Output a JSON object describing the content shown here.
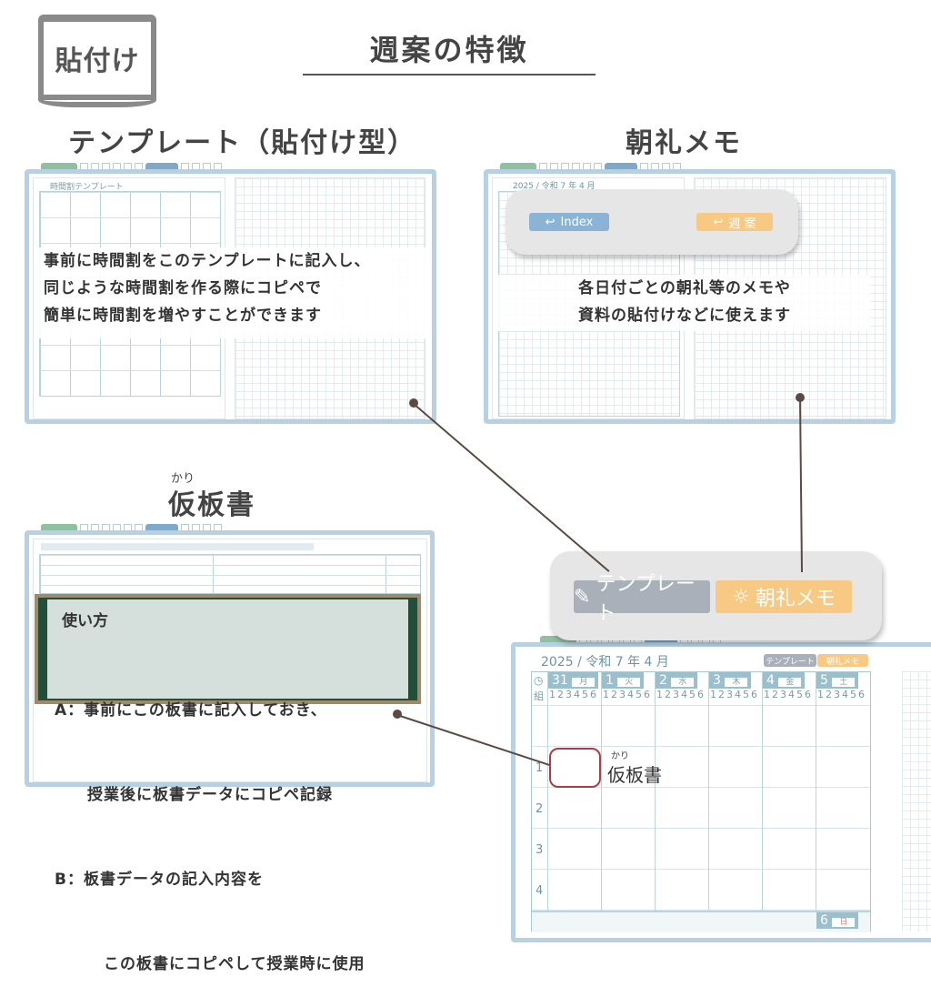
{
  "badge": "貼付け",
  "title": "週案の特徴",
  "sections": {
    "template": {
      "heading": "テンプレート（貼付け型）",
      "page_title": "時間割テンプレート",
      "description": [
        "事前に時間割をこのテンプレートに記入し、",
        "同じような時間割を作る際にコピペで",
        "簡単に時間割を増やすことができます"
      ]
    },
    "morning": {
      "heading": "朝礼メモ",
      "header_date": "2025 / 令和 7 年  4 月",
      "index_label": "Index",
      "shuuan_label": "週 案",
      "description": [
        "各日付ごとの朝礼等のメモや",
        "資料の貼付けなどに使えます"
      ]
    },
    "board": {
      "ruby": "かり",
      "heading": "仮板書",
      "howto_title": "使い方",
      "howto": [
        "A：事前にこの板書に記入しておき、",
        "　　授業後に板書データにコピペ記録",
        "B：板書データの記入内容を",
        "　　　この板書にコピペして授業時に使用"
      ]
    }
  },
  "callout": {
    "template_label": "テンプレート",
    "morning_label": "朝礼メモ"
  },
  "week": {
    "header_date": "2025 / 令和 7 年  4 月",
    "template_btn": "テンプレート",
    "morning_btn": "朝礼メモ",
    "kumi_label": "組",
    "periods": "123456",
    "days": [
      {
        "num": "31",
        "dow": "月"
      },
      {
        "num": "1",
        "dow": "火"
      },
      {
        "num": "2",
        "dow": "水"
      },
      {
        "num": "3",
        "dow": "木"
      },
      {
        "num": "4",
        "dow": "金"
      },
      {
        "num": "5",
        "dow": "土"
      }
    ],
    "sunday": {
      "num": "6",
      "dow": "日"
    },
    "rows": [
      "1",
      "2",
      "3",
      "4"
    ],
    "karibansho_ruby": "かり",
    "karibansho_label": "仮板書"
  },
  "colors": {
    "panel_border": "#b7d0e2",
    "index": "#8ab3d6",
    "morning": "#f7c983",
    "template": "#a9b0ba",
    "chalkboard": "#234f3a",
    "connector": "#5a4a42",
    "highlight": "#b03a48"
  }
}
